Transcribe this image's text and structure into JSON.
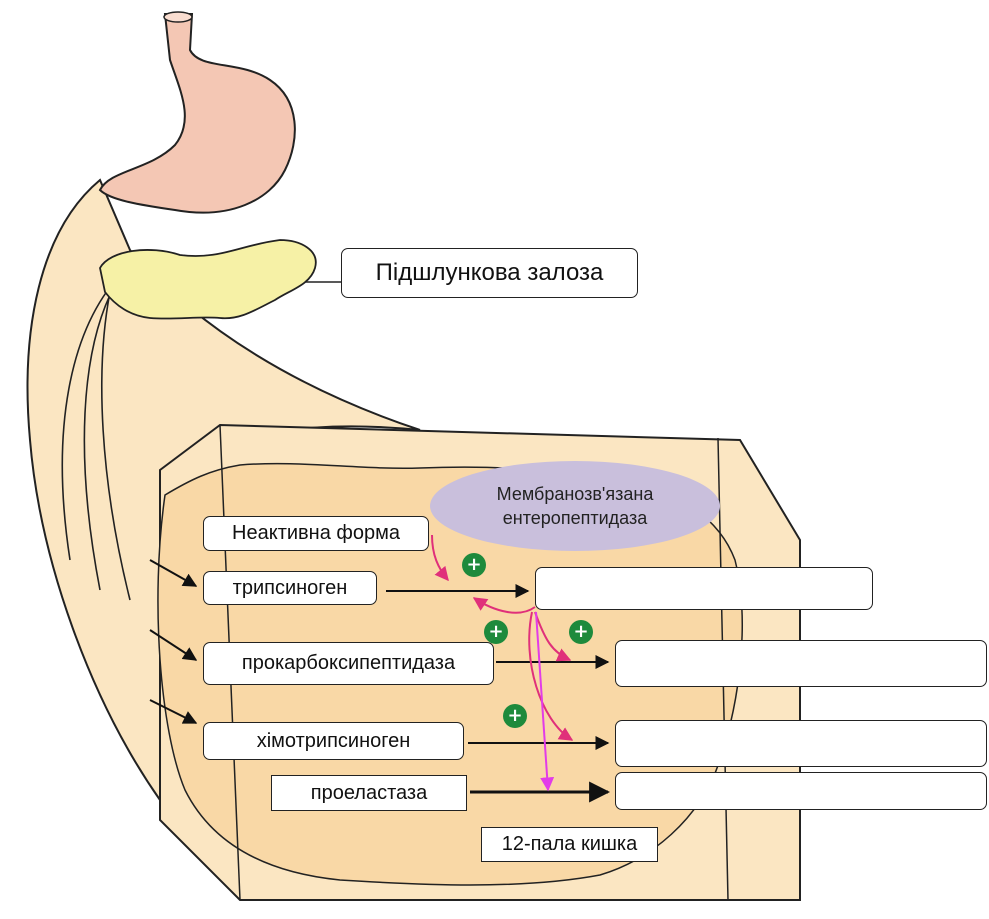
{
  "labels": {
    "pancreas": "Підшлункова залоза",
    "enzyme_line1": "Мембранозв'язана",
    "enzyme_line2": "ентеропептидаза",
    "inactive_form": "Неактивна форма",
    "trypsinogen": "трипсиноген",
    "procarboxypeptidase": "прокарбоксипептидаза",
    "chymotrypsinogen": "хімотрипсиноген",
    "proelastase": "проеластаза",
    "duodenum": "12-пала кишка"
  },
  "plus_symbol": "+",
  "answer_boxes": [
    "",
    "",
    "",
    ""
  ],
  "colors": {
    "stomach": "#f4c7b4",
    "pancreas": "#f6f1a6",
    "duodenum": "#fbe6c2",
    "enzyme_ellipse": "#c9bfdc",
    "activation_arrow": "#e0307a",
    "enzyme_arrow": "#e23ce8",
    "plus_badge": "#1e8a3c"
  }
}
